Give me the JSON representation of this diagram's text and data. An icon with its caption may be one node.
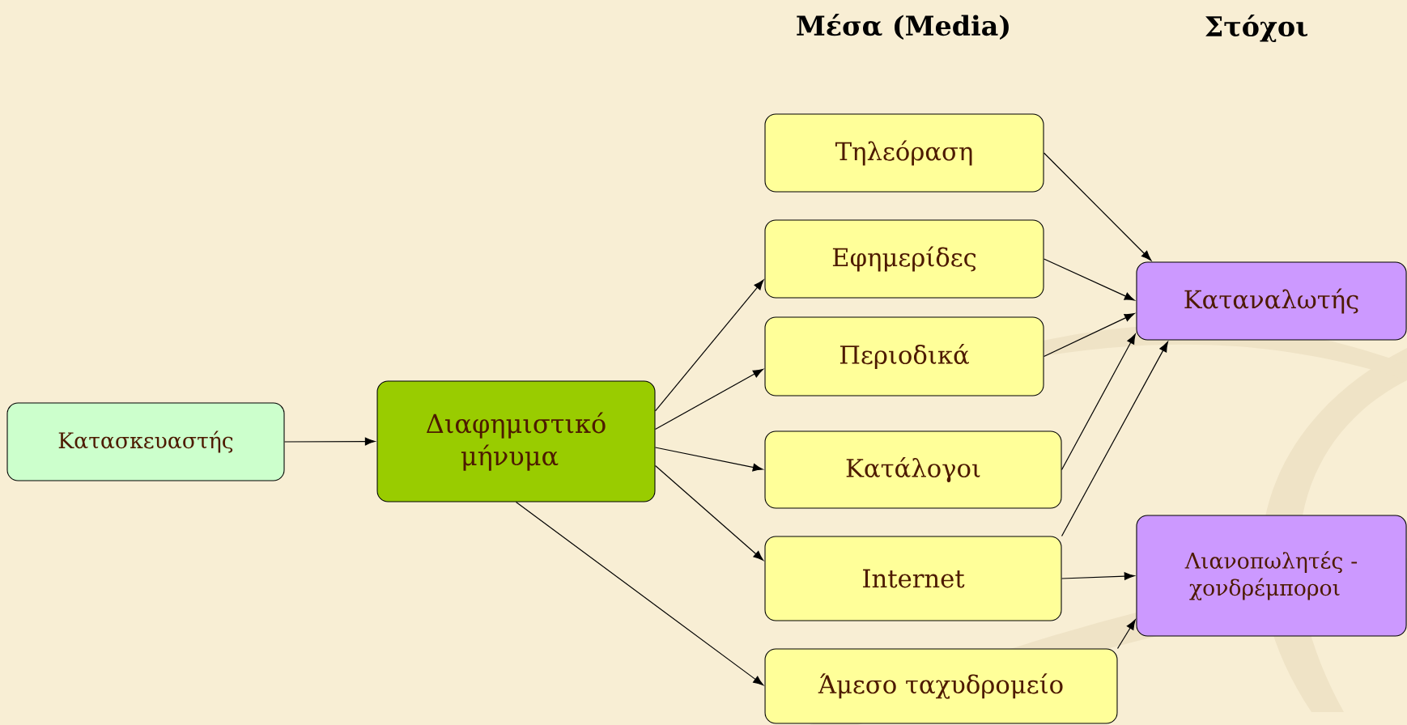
{
  "diagram": {
    "nodes": [
      {
        "text": [
          "Κατασκευαστής"
        ]
      },
      {
        "text": [
          "Διαφημιστικό μήνυμα"
        ]
      },
      {
        "text": [
          "Τηλεόραση"
        ]
      },
      {
        "text": [
          "Εφημερίδες"
        ]
      },
      {
        "text": [
          "Περιοδικά"
        ]
      },
      {
        "text": [
          "Κατάλογοι"
        ]
      },
      {
        "text": [
          "Internet"
        ]
      },
      {
        "text": [
          "Άμεσο ταχυδρομείο"
        ]
      },
      {
        "text": [
          "Καταναλωτής"
        ]
      },
      {
        "text": [
          "Λιανοπωλητές - χονδρέμποροι"
        ]
      }
    ],
    "edges": [
      {
        "from": 0,
        "to": 1,
        "arrow": "to"
      },
      {
        "from": 1,
        "to": 3,
        "arrow": "to"
      },
      {
        "from": 1,
        "to": 4,
        "arrow": "to"
      },
      {
        "from": 1,
        "to": 5,
        "arrow": "to"
      },
      {
        "from": 1,
        "to": 6,
        "arrow": "to"
      },
      {
        "from": 1,
        "to": 7,
        "arrow": "to"
      },
      {
        "from": 2,
        "to": 8,
        "arrow": "to"
      },
      {
        "from": 3,
        "to": 8,
        "arrow": "to"
      },
      {
        "from": 4,
        "to": 8,
        "arrow": "to"
      },
      {
        "from": 5,
        "to": 8,
        "arrow": "to"
      },
      {
        "from": 6,
        "to": 8,
        "arrow": "to"
      },
      {
        "from": 6,
        "to": 9,
        "arrow": "to"
      },
      {
        "from": 7,
        "to": 9,
        "arrow": "to"
      }
    ],
    "labels": [
      "Μέσα (Media)",
      "Στόχοι"
    ]
  }
}
